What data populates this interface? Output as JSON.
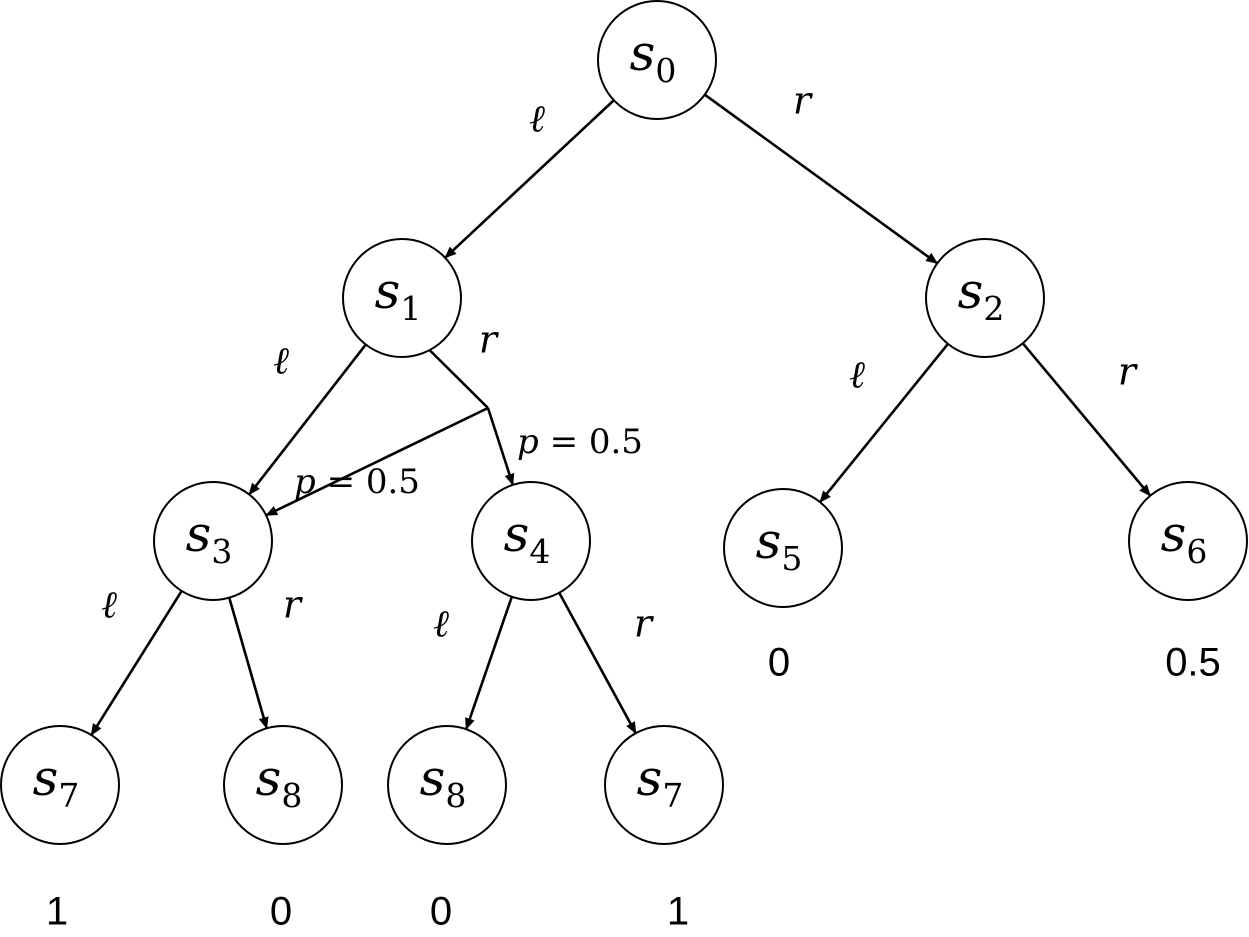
{
  "nodes": [
    {
      "id": "s0",
      "letter": "s",
      "sub": "0"
    },
    {
      "id": "s1",
      "letter": "s",
      "sub": "1"
    },
    {
      "id": "s2",
      "letter": "s",
      "sub": "2"
    },
    {
      "id": "s3",
      "letter": "s",
      "sub": "3"
    },
    {
      "id": "s4",
      "letter": "s",
      "sub": "4"
    },
    {
      "id": "s5",
      "letter": "s",
      "sub": "5",
      "value": "0"
    },
    {
      "id": "s6",
      "letter": "s",
      "sub": "6",
      "value": "0.5"
    },
    {
      "id": "s7a",
      "letter": "s",
      "sub": "7",
      "value": "1"
    },
    {
      "id": "s8a",
      "letter": "s",
      "sub": "8",
      "value": "0"
    },
    {
      "id": "s8b",
      "letter": "s",
      "sub": "8",
      "value": "0"
    },
    {
      "id": "s7b",
      "letter": "s",
      "sub": "7",
      "value": "1"
    }
  ],
  "edges": [
    {
      "from": "s0",
      "to": "s1",
      "label": "ℓ"
    },
    {
      "from": "s0",
      "to": "s2",
      "label": "r"
    },
    {
      "from": "s1",
      "to": "s3",
      "label": "ℓ"
    },
    {
      "from": "s1",
      "to": "s4",
      "label": "r",
      "stochastic": true
    },
    {
      "from": "s2",
      "to": "s5",
      "label": "ℓ"
    },
    {
      "from": "s2",
      "to": "s6",
      "label": "r"
    },
    {
      "from": "s3",
      "to": "s7a",
      "label": "ℓ"
    },
    {
      "from": "s3",
      "to": "s8a",
      "label": "r"
    },
    {
      "from": "s4",
      "to": "s8b",
      "label": "ℓ"
    },
    {
      "from": "s4",
      "to": "s7b",
      "label": "r"
    }
  ],
  "stochastic_branches": [
    {
      "var": "p",
      "text": " = 0.5",
      "target": "s4"
    },
    {
      "var": "p",
      "text": " = 0.5",
      "target": "s3"
    }
  ]
}
